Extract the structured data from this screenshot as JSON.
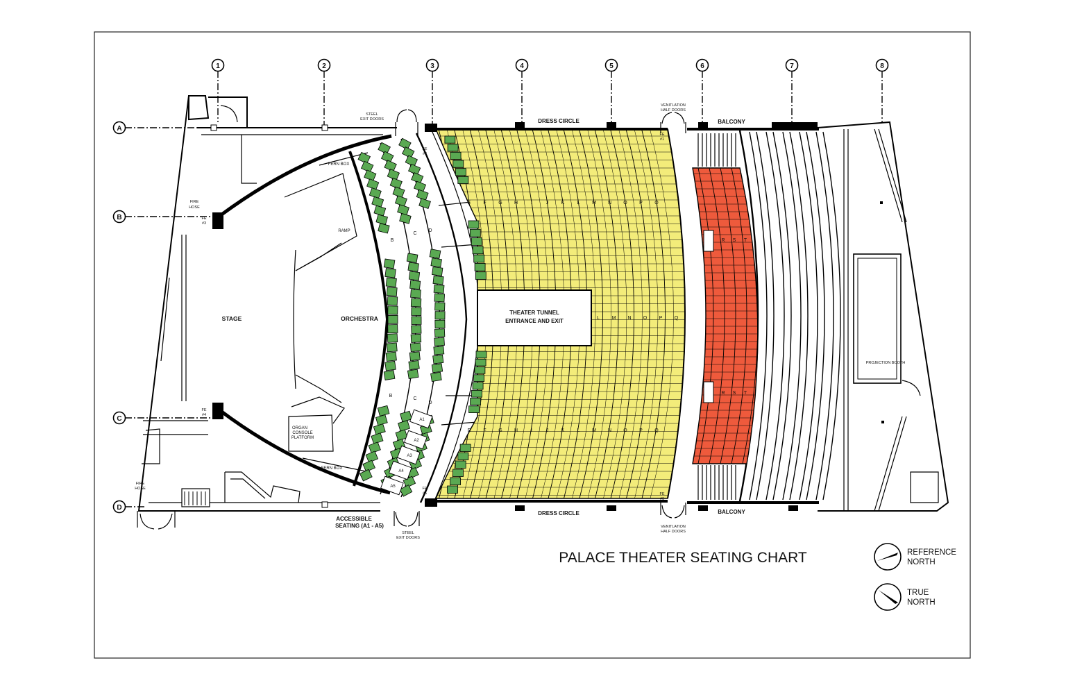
{
  "title": "PALACE THEATER SEATING CHART",
  "grid_columns": [
    "1",
    "2",
    "3",
    "4",
    "5",
    "6",
    "7",
    "8"
  ],
  "grid_rows": [
    "A",
    "B",
    "C",
    "D"
  ],
  "labels": {
    "stage": "STAGE",
    "orchestra": "ORCHESTRA",
    "ramp": "RAMP",
    "fern_box_top": "FERN BOX",
    "fern_box_bottom": "FERN BOX",
    "organ_line1": "ORGAN",
    "organ_line2": "CONSOLE",
    "organ_line3": "PLATFORM",
    "tunnel_line1": "THEATER TUNNEL",
    "tunnel_line2": "ENTRANCE AND EXIT",
    "dress_circle_top": "DRESS CIRCLE",
    "dress_circle_bottom": "DRESS CIRCLE",
    "balcony_top": "BALCONY",
    "balcony_bottom": "BALCONY",
    "projection_booth": "PROJECTION BOOTH",
    "accessible_line1": "ACCESSIBLE",
    "accessible_line2": "SEATING (A1 - A5)",
    "steel_exit_top_1": "STEEL",
    "steel_exit_top_2": "EXIT DOORS",
    "steel_exit_bottom_1": "STEEL",
    "steel_exit_bottom_2": "EXIT DOORS",
    "vent_top_1": "VENITLATION",
    "vent_top_2": "HALF DOORS",
    "vent_bottom_1": "VENITLATION",
    "vent_bottom_2": "HALF DOORS",
    "fire_hose_left_1": "FIRE",
    "fire_hose_left_2": "HOSE",
    "fire_hose_bl_1": "FIRE",
    "fire_hose_bl_2": "HOSE",
    "fe3_1": "FE",
    "fe3_2": "#3",
    "fe4_1": "FE",
    "fe4_2": "#4",
    "fe2_1": "FE",
    "fe2_2": "#2",
    "fe5_1": "FE",
    "fe5_2": "#5",
    "fe1_1": "FE",
    "fe1_2": "#1",
    "fe6_1": "FE",
    "fe6_2": "#6",
    "reference_north_1": "REFERENCE",
    "reference_north_2": "NORTH",
    "true_north_1": "TRUE",
    "true_north_2": "NORTH"
  },
  "orchestra_row_letters": [
    "B",
    "C",
    "D"
  ],
  "dress_circle_row_letters": [
    "E",
    "F",
    "G",
    "H",
    "I",
    "J",
    "K",
    "L",
    "M",
    "N",
    "O",
    "P",
    "Q"
  ],
  "dress_circle_mid_letters": [
    "L",
    "M",
    "N",
    "O",
    "P",
    "Q"
  ],
  "balcony_row_letters": [
    "R",
    "S",
    "T"
  ],
  "accessible_seats": [
    "A1",
    "A2",
    "A3",
    "A4",
    "A5"
  ],
  "colors": {
    "orchestra_seats": "#5aa952",
    "dress_circle_fill": "#f3ec7a",
    "balcony_seats": "#ee5a3c",
    "line": "#000000"
  }
}
